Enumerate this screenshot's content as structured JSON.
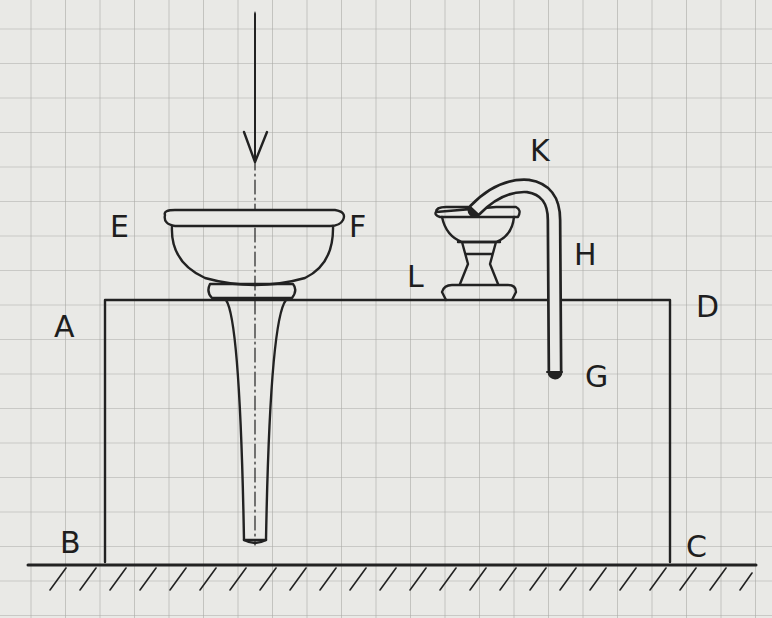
{
  "diagram": {
    "labels": [
      "K",
      "E",
      "F",
      "H",
      "L",
      "A",
      "D",
      "G",
      "B",
      "C"
    ]
  }
}
